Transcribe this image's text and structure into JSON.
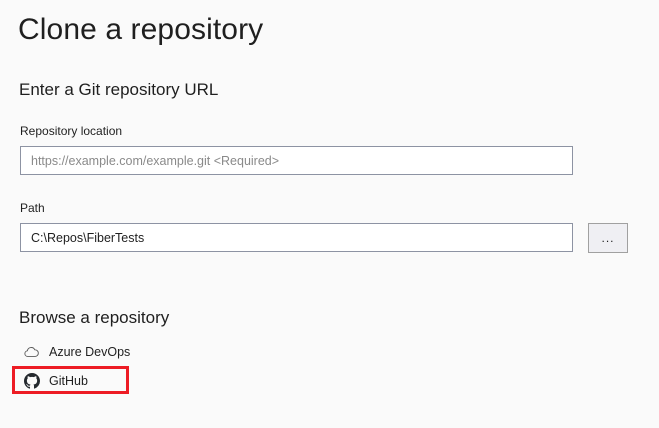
{
  "dialog": {
    "title": "Clone a repository"
  },
  "url_section": {
    "heading": "Enter a Git repository URL",
    "fields": {
      "repository_location": {
        "label": "Repository location",
        "value": "",
        "placeholder": "https://example.com/example.git <Required>"
      },
      "path": {
        "label": "Path",
        "value": "C:\\Repos\\FiberTests",
        "placeholder": ""
      }
    },
    "browse_button": {
      "label": "...",
      "icon": "ellipsis-icon"
    }
  },
  "browse_section": {
    "heading": "Browse a repository",
    "providers": [
      {
        "label": "Azure DevOps",
        "icon": "cloud-icon"
      },
      {
        "label": "GitHub",
        "icon": "github-icon"
      }
    ]
  },
  "annotation": {
    "color": "#ed1c24",
    "target": "GitHub"
  },
  "colors": {
    "background": "#fafafa",
    "input_background": "#ffffff",
    "input_border": "#8d93a3",
    "text": "#1f1f1f",
    "placeholder_text": "#8a8a8a",
    "button_background": "#efeff3",
    "button_border": "#a0a0a0",
    "highlight": "#ed1c24"
  }
}
